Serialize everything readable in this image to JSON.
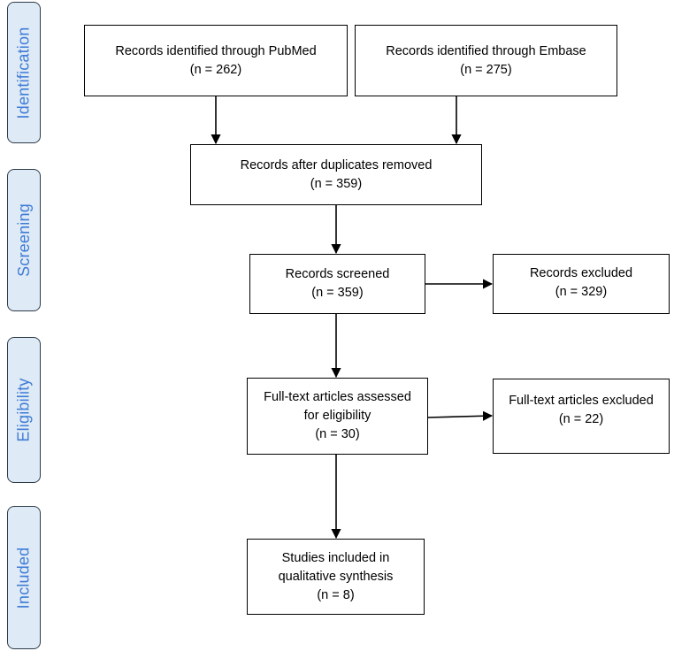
{
  "phases": {
    "identification": "Identification",
    "screening": "Screening",
    "eligibility": "Eligibility",
    "included": "Included"
  },
  "boxes": {
    "pubmed": {
      "line1": "Records identified through PubMed",
      "line2": "(n = 262)"
    },
    "embase": {
      "line1": "Records identified through Embase",
      "line2": "(n = 275)"
    },
    "duplicates": {
      "line1": "Records after duplicates removed",
      "line2": "(n = 359)"
    },
    "screened": {
      "line1": "Records screened",
      "line2": "(n = 359)"
    },
    "excluded": {
      "line1": "Records excluded",
      "line2": "(n = 329)"
    },
    "fulltext": {
      "line1": "Full-text articles assessed",
      "line2": "for eligibility",
      "line3": "(n = 30)"
    },
    "fulltext_excluded": {
      "line1": "Full-text articles excluded",
      "line2": "(n = 22)"
    },
    "included": {
      "line1": "Studies included in",
      "line2": "qualitative synthesis",
      "line3": "(n = 8)"
    }
  },
  "colors": {
    "phase_fill": "#deeaf6",
    "phase_text": "#3f7bd6",
    "box_border": "#000000"
  }
}
